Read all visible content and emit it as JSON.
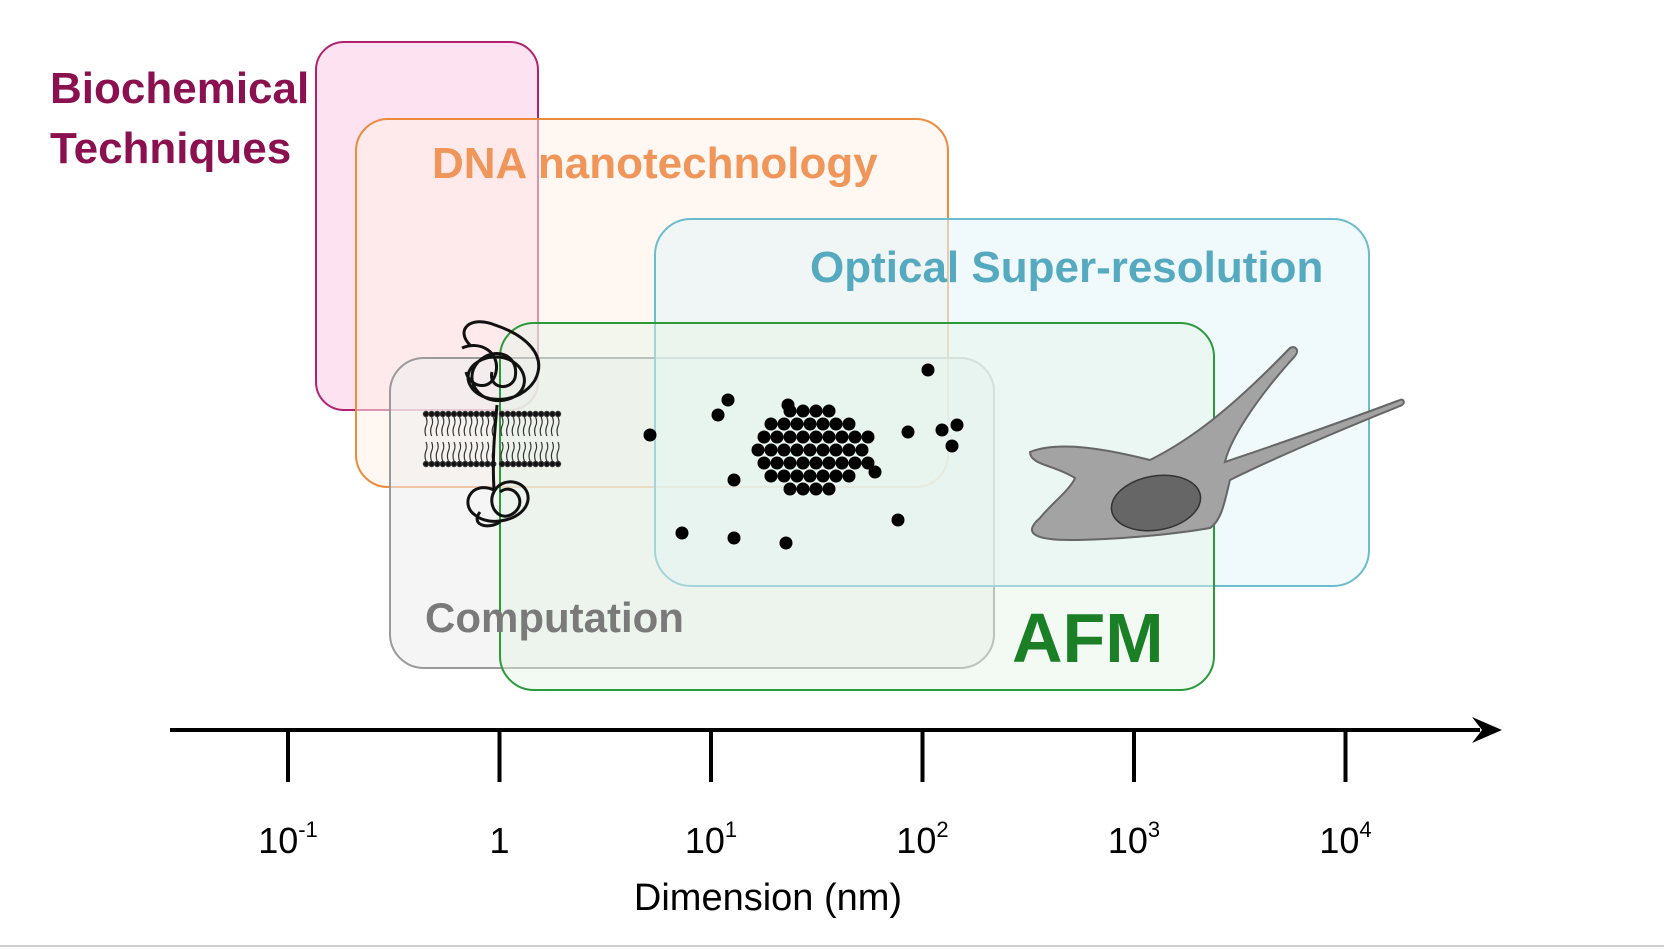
{
  "diagram": {
    "regions": [
      {
        "id": "biochemical",
        "line1": "Biochemical",
        "line2": "Techniques",
        "color": "#8b1050",
        "fill": "#fde0f1",
        "stroke": "#b0236e"
      },
      {
        "id": "dna",
        "label": "DNA nanotechnology",
        "color": "#f0965a",
        "fill": "#fff1e6",
        "stroke": "#ee8a3c"
      },
      {
        "id": "optical",
        "label": "Optical Super-resolution",
        "color": "#56aac0",
        "fill": "#e6f5f8",
        "stroke": "#6cbccf"
      },
      {
        "id": "computation",
        "label": "Computation",
        "color": "#7a7a7a",
        "fill": "#eeeeee",
        "stroke": "#9a9a9a"
      },
      {
        "id": "afm",
        "label": "AFM",
        "color": "#1a7f25",
        "fill": "#e4f5e6",
        "stroke": "#2a9a3a"
      }
    ],
    "axis": {
      "title": "Dimension (nm)",
      "ticks": [
        {
          "base": "10",
          "exp": "-1"
        },
        {
          "base": "1",
          "exp": ""
        },
        {
          "base": "10",
          "exp": "1"
        },
        {
          "base": "10",
          "exp": "2"
        },
        {
          "base": "10",
          "exp": "3"
        },
        {
          "base": "10",
          "exp": "4"
        }
      ]
    },
    "illustrations": [
      {
        "name": "protein-in-membrane-icon"
      },
      {
        "name": "nanoparticle-cluster-icon"
      },
      {
        "name": "cell-icon"
      }
    ]
  }
}
